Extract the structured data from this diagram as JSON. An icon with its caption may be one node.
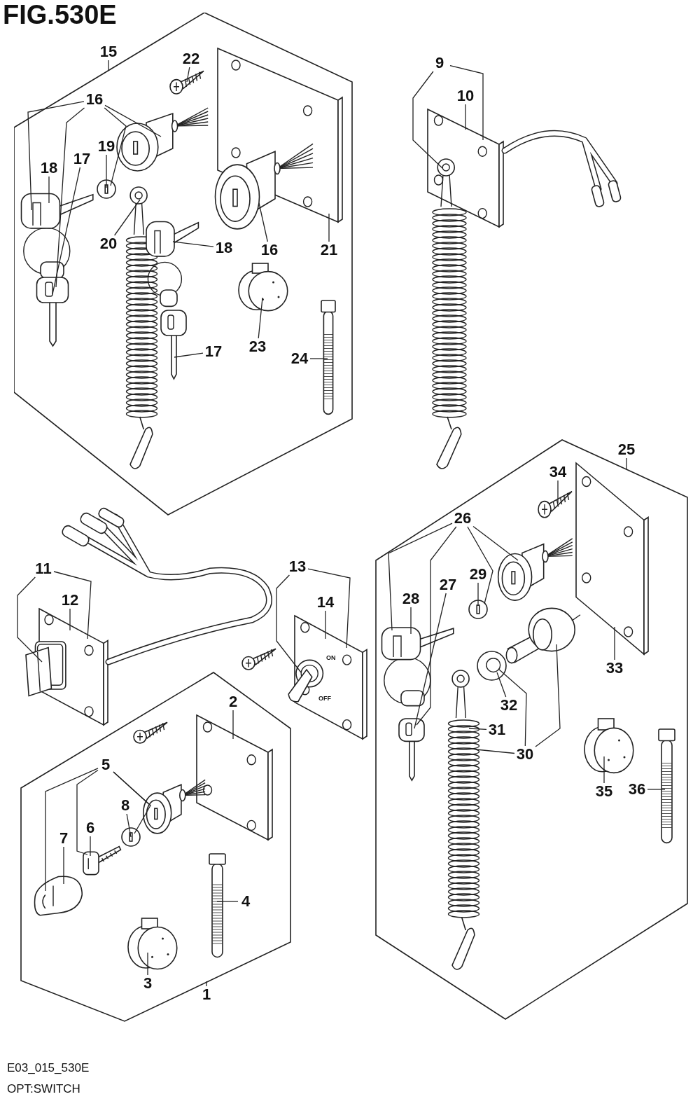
{
  "diagram": {
    "title": "FIG.530E",
    "caption": "OPT:SWITCH",
    "nodes": [
      {
        "text": [
          "15"
        ]
      },
      {
        "text": [],
        "shape": "box"
      },
      {
        "text": [
          "22"
        ],
        "in": 1
      },
      {
        "text": [],
        "shape": "picture",
        "in": 1
      },
      {
        "text": [
          "16"
        ],
        "in": 1
      },
      {
        "text": [
          "19"
        ],
        "in": 1
      },
      {
        "text": [
          "18"
        ],
        "in": 1
      },
      {
        "text": [
          "17"
        ],
        "in": 1
      },
      {
        "text": [],
        "shape": "picture",
        "in": 1
      },
      {
        "text": [],
        "shape": "picture",
        "in": 1
      },
      {
        "text": [],
        "shape": "picture",
        "in": 1
      },
      {
        "text": [],
        "shape": "picture",
        "in": 1
      },
      {
        "text": [],
        "shape": "picture",
        "in": 1
      },
      {
        "text": [],
        "shape": "picture",
        "in": 1
      },
      {
        "text": [
          "20"
        ],
        "in": 1
      },
      {
        "text": [],
        "shape": "picture",
        "in": 1
      },
      {
        "text": [
          "18"
        ],
        "in": 1
      },
      {
        "text": [],
        "shape": "picture",
        "in": 1
      },
      {
        "text": [
          "16"
        ],
        "in": 1
      },
      {
        "text": [
          "21"
        ],
        "in": 1
      },
      {
        "text": [],
        "shape": "picture",
        "in": 1
      },
      {
        "text": [
          "17"
        ],
        "in": 1
      },
      {
        "text": [],
        "shape": "picture",
        "in": 1
      },
      {
        "text": [
          "23"
        ],
        "in": 1
      },
      {
        "text": [],
        "shape": "picture",
        "in": 1
      },
      {
        "text": [
          "24"
        ],
        "in": 1
      },
      {
        "text": [
          "9"
        ]
      },
      {
        "text": [
          "10"
        ]
      },
      {
        "text": [],
        "shape": "picture"
      },
      {
        "text": [],
        "shape": "picture"
      },
      {
        "text": [
          "11"
        ]
      },
      {
        "text": [
          "12"
        ]
      },
      {
        "text": [],
        "shape": "picture"
      },
      {
        "text": [],
        "shape": "picture"
      },
      {
        "text": [
          "13"
        ]
      },
      {
        "text": [
          "14"
        ]
      },
      {
        "text": [],
        "shape": "picture"
      },
      {
        "text": [],
        "shape": "picture"
      },
      {
        "text": [
          "1"
        ]
      },
      {
        "text": [],
        "shape": "box"
      },
      {
        "text": [
          "2"
        ],
        "in": 39
      },
      {
        "text": [],
        "shape": "picture",
        "in": 39
      },
      {
        "text": [
          "5"
        ],
        "in": 39
      },
      {
        "text": [
          "8"
        ],
        "in": 39
      },
      {
        "text": [
          "6"
        ],
        "in": 39
      },
      {
        "text": [
          "7"
        ],
        "in": 39
      },
      {
        "text": [],
        "shape": "picture",
        "in": 39
      },
      {
        "text": [],
        "shape": "picture",
        "in": 39
      },
      {
        "text": [],
        "shape": "picture",
        "in": 39
      },
      {
        "text": [],
        "shape": "picture",
        "in": 39
      },
      {
        "text": [],
        "shape": "picture",
        "in": 39
      },
      {
        "text": [
          "4"
        ],
        "in": 39
      },
      {
        "text": [],
        "shape": "picture",
        "in": 39
      },
      {
        "text": [
          "3"
        ],
        "in": 39
      },
      {
        "text": [
          "25"
        ]
      },
      {
        "text": [],
        "shape": "box"
      },
      {
        "text": [
          "34"
        ],
        "in": 55
      },
      {
        "text": [],
        "shape": "picture",
        "in": 55
      },
      {
        "text": [
          "26"
        ],
        "in": 55
      },
      {
        "text": [
          "29"
        ],
        "in": 55
      },
      {
        "text": [
          "28"
        ],
        "in": 55
      },
      {
        "text": [
          "27"
        ],
        "in": 55
      },
      {
        "text": [],
        "shape": "picture",
        "in": 55
      },
      {
        "text": [],
        "shape": "picture",
        "in": 55
      },
      {
        "text": [],
        "shape": "picture",
        "in": 55
      },
      {
        "text": [],
        "shape": "picture",
        "in": 55
      },
      {
        "text": [],
        "shape": "picture",
        "in": 55
      },
      {
        "text": [],
        "shape": "picture",
        "in": 55
      },
      {
        "text": [
          "33"
        ],
        "in": 55
      },
      {
        "text": [],
        "shape": "picture",
        "in": 55
      },
      {
        "text": [],
        "shape": "picture",
        "in": 55
      },
      {
        "text": [
          "31"
        ],
        "in": 55
      },
      {
        "text": [
          "32"
        ],
        "in": 55
      },
      {
        "text": [
          "30"
        ],
        "in": 55
      },
      {
        "text": [],
        "shape": "picture",
        "in": 55
      },
      {
        "text": [
          "35"
        ],
        "in": 55
      },
      {
        "text": [],
        "shape": "picture",
        "in": 55
      },
      {
        "text": [
          "36"
        ],
        "in": 55
      }
    ],
    "edges": [
      {
        "from": 0,
        "to": 1,
        "arrow": "none"
      },
      {
        "from": 2,
        "to": 3,
        "arrow": "none"
      },
      {
        "from": 4,
        "to": 8,
        "arrow": "none"
      },
      {
        "from": 4,
        "to": 11,
        "arrow": "none"
      },
      {
        "from": 4,
        "to": 12,
        "arrow": "none"
      },
      {
        "from": 4,
        "to": 10,
        "arrow": "none"
      },
      {
        "from": 5,
        "to": 10,
        "arrow": "none"
      },
      {
        "from": 6,
        "to": 11,
        "arrow": "none"
      },
      {
        "from": 7,
        "to": 12,
        "arrow": "none"
      },
      {
        "from": 14,
        "to": 15,
        "arrow": "none"
      },
      {
        "from": 16,
        "to": 17,
        "arrow": "none"
      },
      {
        "from": 18,
        "to": 13,
        "arrow": "none"
      },
      {
        "from": 19,
        "to": 9,
        "arrow": "none"
      },
      {
        "from": 21,
        "to": 20,
        "arrow": "none"
      },
      {
        "from": 23,
        "to": 22,
        "arrow": "none"
      },
      {
        "from": 25,
        "to": 24,
        "arrow": "none"
      },
      {
        "from": 26,
        "to": 29,
        "arrow": "none"
      },
      {
        "from": 26,
        "to": 28,
        "arrow": "none"
      },
      {
        "from": 27,
        "to": 28,
        "arrow": "none"
      },
      {
        "from": 30,
        "to": 33,
        "arrow": "none"
      },
      {
        "from": 30,
        "to": 32,
        "arrow": "none"
      },
      {
        "from": 31,
        "to": 32,
        "arrow": "none"
      },
      {
        "from": 34,
        "to": 37,
        "arrow": "none"
      },
      {
        "from": 34,
        "to": 36,
        "arrow": "none"
      },
      {
        "from": 35,
        "to": 36,
        "arrow": "none"
      },
      {
        "from": 38,
        "to": 39,
        "arrow": "none"
      },
      {
        "from": 40,
        "to": 41,
        "arrow": "none"
      },
      {
        "from": 42,
        "to": 46,
        "arrow": "none"
      },
      {
        "from": 42,
        "to": 47,
        "arrow": "none"
      },
      {
        "from": 42,
        "to": 48,
        "arrow": "none"
      },
      {
        "from": 42,
        "to": 49,
        "arrow": "none"
      },
      {
        "from": 43,
        "to": 47,
        "arrow": "none"
      },
      {
        "from": 44,
        "to": 48,
        "arrow": "none"
      },
      {
        "from": 45,
        "to": 49,
        "arrow": "none"
      },
      {
        "from": 51,
        "to": 50,
        "arrow": "none"
      },
      {
        "from": 53,
        "to": 52,
        "arrow": "none"
      },
      {
        "from": 54,
        "to": 55,
        "arrow": "none"
      },
      {
        "from": 56,
        "to": 57,
        "arrow": "none"
      },
      {
        "from": 58,
        "to": 62,
        "arrow": "none"
      },
      {
        "from": 58,
        "to": 64,
        "arrow": "none"
      },
      {
        "from": 58,
        "to": 65,
        "arrow": "none"
      },
      {
        "from": 58,
        "to": 66,
        "arrow": "none"
      },
      {
        "from": 59,
        "to": 64,
        "arrow": "none"
      },
      {
        "from": 60,
        "to": 65,
        "arrow": "none"
      },
      {
        "from": 61,
        "to": 66,
        "arrow": "none"
      },
      {
        "from": 68,
        "to": 63,
        "arrow": "none"
      },
      {
        "from": 73,
        "to": 67,
        "arrow": "none"
      },
      {
        "from": 73,
        "to": 69,
        "arrow": "none"
      },
      {
        "from": 73,
        "to": 70,
        "arrow": "none"
      },
      {
        "from": 71,
        "to": 70,
        "arrow": "none"
      },
      {
        "from": 72,
        "to": 69,
        "arrow": "none"
      },
      {
        "from": 75,
        "to": 74,
        "arrow": "none"
      },
      {
        "from": 77,
        "to": 76,
        "arrow": "none"
      }
    ],
    "labels": [
      "ON",
      "OFF",
      "E03_015_530E"
    ]
  }
}
